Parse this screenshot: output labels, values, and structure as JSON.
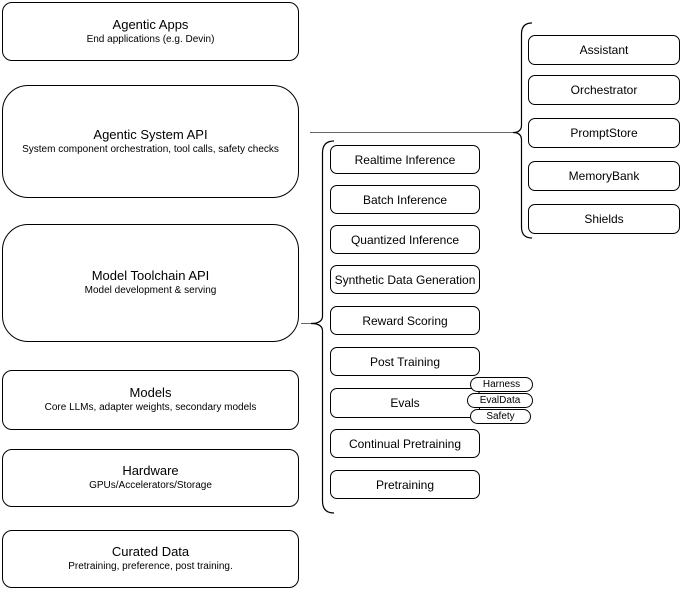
{
  "diagram": {
    "stack": [
      {
        "title": "Agentic Apps",
        "subtitle": "End applications (e.g. Devin)"
      },
      {
        "title": "Agentic System API",
        "subtitle": "System component orchestration, tool calls, safety checks"
      },
      {
        "title": "Model Toolchain API",
        "subtitle": "Model development & serving"
      },
      {
        "title": "Models",
        "subtitle": "Core LLMs, adapter weights, secondary models"
      },
      {
        "title": "Hardware",
        "subtitle": "GPUs/Accelerators/Storage"
      },
      {
        "title": "Curated Data",
        "subtitle": "Pretraining, preference, post training."
      }
    ],
    "toolchain": {
      "items": [
        "Realtime Inference",
        "Batch Inference",
        "Quantized Inference",
        "Synthetic Data Generation",
        "Reward Scoring",
        "Post Training",
        "Evals",
        "Continual Pretraining",
        "Pretraining"
      ]
    },
    "evals_tags": [
      "Harness",
      "EvalData",
      "Safety"
    ],
    "system": {
      "items": [
        "Assistant",
        "Orchestrator",
        "PromptStore",
        "MemoryBank",
        "Shields"
      ]
    },
    "colors": {
      "stroke": "#000000",
      "fill": "#ffffff",
      "connector": "#666666"
    }
  }
}
